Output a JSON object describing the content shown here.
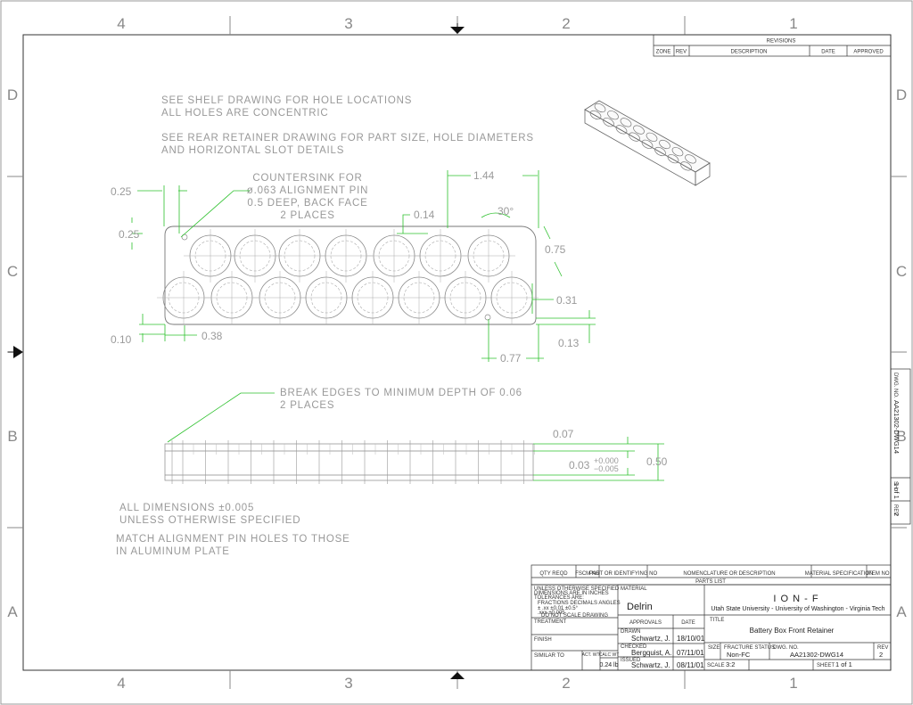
{
  "zones": {
    "columns": [
      "4",
      "3",
      "2",
      "1"
    ],
    "rows": [
      "D",
      "C",
      "B",
      "A"
    ]
  },
  "revisions": {
    "title": "REVISIONS",
    "headers": [
      "ZONE",
      "REV",
      "DESCRIPTION",
      "DATE",
      "APPROVED"
    ]
  },
  "notes": {
    "shelf": [
      "SEE SHELF DRAWING FOR HOLE LOCATIONS",
      "ALL HOLES ARE CONCENTRIC"
    ],
    "rear": [
      "SEE REAR RETAINER DRAWING FOR PART SIZE, HOLE DIAMETERS",
      "AND HORIZONTAL SLOT DETAILS"
    ],
    "countersink": [
      "COUNTERSINK FOR",
      "ø.063 ALIGNMENT PIN",
      "0.5 DEEP, BACK FACE",
      "2 PLACES"
    ],
    "break": [
      "BREAK EDGES TO MINIMUM DEPTH OF 0.06",
      "2 PLACES"
    ],
    "tolerance": [
      "ALL DIMENSIONS ±0.005",
      "UNLESS OTHERWISE SPECIFIED"
    ],
    "match": [
      "MATCH ALIGNMENT PIN HOLES TO THOSE",
      "IN ALUMINUM PLATE"
    ]
  },
  "dims": {
    "d025a": "0.25",
    "d025b": "0.25",
    "d144": "1.44",
    "d014": "0.14",
    "d30": "30°",
    "d075": "0.75",
    "d031": "0.31",
    "d010": "0.10",
    "d038": "0.38",
    "d013": "0.13",
    "d077": "0.77",
    "d007": "0.07",
    "d003": "0.03",
    "d003tol_up": "+0.000",
    "d003tol_dn": "−0.005",
    "d050": "0.50"
  },
  "titleblock": {
    "parts_headers": {
      "qty": "QTY REQD",
      "fscm": "FSCM NO",
      "part": "PART OR IDENTIFYING NO",
      "nomen": "NOMENCLATURE OR DESCRIPTION",
      "mat": "MATERIAL SPECIFICATION",
      "item": "ITEM NO"
    },
    "parts_list": "PARTS LIST",
    "unless": [
      "UNLESS OTHERWISE SPECIFIED",
      "DIMENSIONS ARE IN INCHES",
      "TOLERANCES ARE:",
      "FRACTIONS  DECIMALS  ANGLES",
      "±      .xx ±0.01    ±0.5°",
      "         .xxx ±0.005",
      "DO NOT SCALE DRAWING"
    ],
    "treatment": "TREATMENT",
    "finish": "FINISH",
    "similar_to": "SIMILAR TO",
    "act_wt": "ACT. WT.",
    "calc_wt": "CALC WT",
    "weight": "0.24 lb",
    "material_label": "MATERIAL",
    "material": "Delrin",
    "approvals": "APPROVALS",
    "date_label": "DATE",
    "drawn_label": "DRAWN",
    "drawn": "Schwartz, J.",
    "drawn_date": "18/10/01",
    "checked_label": "CHECKED",
    "checked": "Bergquist, A.",
    "checked_date": "07/11/01",
    "issued_label": "ISSUED",
    "issued": "Schwartz, J.",
    "issued_date": "08/11/01",
    "org_name": "I O N - F",
    "org_sub": "Utah State University - University of Washington - Virginia Tech",
    "title_label": "TITLE",
    "title": "Battery Box Front Retainer",
    "size_label": "SIZE",
    "fracture_label": "FRACTURE STATUS",
    "fracture": "Non-FC",
    "dwg_label": "DWG. NO.",
    "dwg": "AA21302-DWG14",
    "rev_label": "REV",
    "rev": "2",
    "scale_label": "SCALE",
    "scale": "3:2",
    "sheet_label": "SHEET",
    "sheet": "1 of 1"
  },
  "sidebox": {
    "dwg_label": "DWG. NO.",
    "dwg": "AA21302-DWG14",
    "sh_label": "SH",
    "sh": "1 of 1",
    "rev_label": "REV",
    "rev": "2"
  }
}
